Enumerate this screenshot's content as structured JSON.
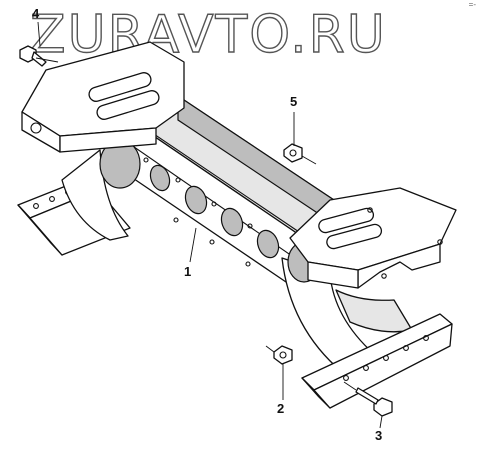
{
  "watermark": {
    "text": "ZURAVTO.RU",
    "corner_mark": "=-"
  },
  "callouts": [
    {
      "id": "part-4",
      "label": "4"
    },
    {
      "id": "part-5",
      "label": "5"
    },
    {
      "id": "part-1",
      "label": "1"
    },
    {
      "id": "part-2",
      "label": "2"
    },
    {
      "id": "part-3",
      "label": "3"
    }
  ]
}
